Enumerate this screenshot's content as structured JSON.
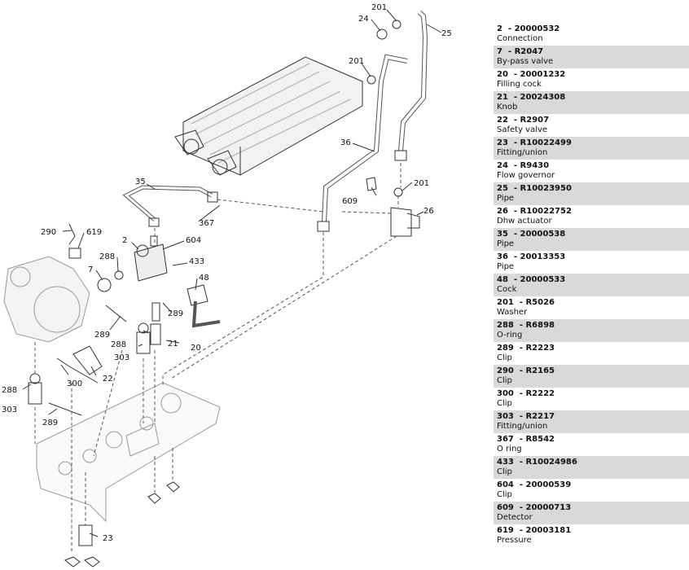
{
  "parts": [
    {
      "ref": "2",
      "code": "20000532",
      "desc": "Connection"
    },
    {
      "ref": "7",
      "code": "R2047",
      "desc": "By-pass valve"
    },
    {
      "ref": "20",
      "code": "20001232",
      "desc": "Filling cock"
    },
    {
      "ref": "21",
      "code": "20024308",
      "desc": "Knob"
    },
    {
      "ref": "22",
      "code": "R2907",
      "desc": "Safety valve"
    },
    {
      "ref": "23",
      "code": "R10022499",
      "desc": "Fitting/union"
    },
    {
      "ref": "24",
      "code": "R9430",
      "desc": "Flow governor"
    },
    {
      "ref": "25",
      "code": "R10023950",
      "desc": "Pipe"
    },
    {
      "ref": "26",
      "code": "R10022752",
      "desc": "Dhw actuator"
    },
    {
      "ref": "35",
      "code": "20000538",
      "desc": "Pipe"
    },
    {
      "ref": "36",
      "code": "20013353",
      "desc": "Pipe"
    },
    {
      "ref": "48",
      "code": "20000533",
      "desc": "Cock"
    },
    {
      "ref": "201",
      "code": "R5026",
      "desc": "Washer"
    },
    {
      "ref": "288",
      "code": "R6898",
      "desc": "O-ring"
    },
    {
      "ref": "289",
      "code": "R2223",
      "desc": "Clip"
    },
    {
      "ref": "290",
      "code": "R2165",
      "desc": "Clip"
    },
    {
      "ref": "300",
      "code": "R2222",
      "desc": "Clip"
    },
    {
      "ref": "303",
      "code": "R2217",
      "desc": "Fitting/union"
    },
    {
      "ref": "367",
      "code": "R8542",
      "desc": "O ring"
    },
    {
      "ref": "433",
      "code": "R10024986",
      "desc": "Clip"
    },
    {
      "ref": "604",
      "code": "20000539",
      "desc": "Clip"
    },
    {
      "ref": "609",
      "code": "20000713",
      "desc": "Detector"
    },
    {
      "ref": "619",
      "code": "20003181",
      "desc": "Pressure"
    }
  ],
  "callouts": {
    "c201a": "201",
    "c24": "24",
    "c25": "25",
    "c201b": "201",
    "c36": "36",
    "c201c": "201",
    "c26": "26",
    "c609": "609",
    "c35": "35",
    "c367": "367",
    "c290": "290",
    "c619": "619",
    "c2": "2",
    "c604": "604",
    "c288a": "288",
    "c433": "433",
    "c7": "7",
    "c48": "48",
    "c289a": "289",
    "c289b": "289",
    "c288b": "288",
    "c303a": "303",
    "c21": "21",
    "c20": "20",
    "c22": "22",
    "c300": "300",
    "c288c": "288",
    "c303b": "303",
    "c289c": "289",
    "c23": "23"
  }
}
